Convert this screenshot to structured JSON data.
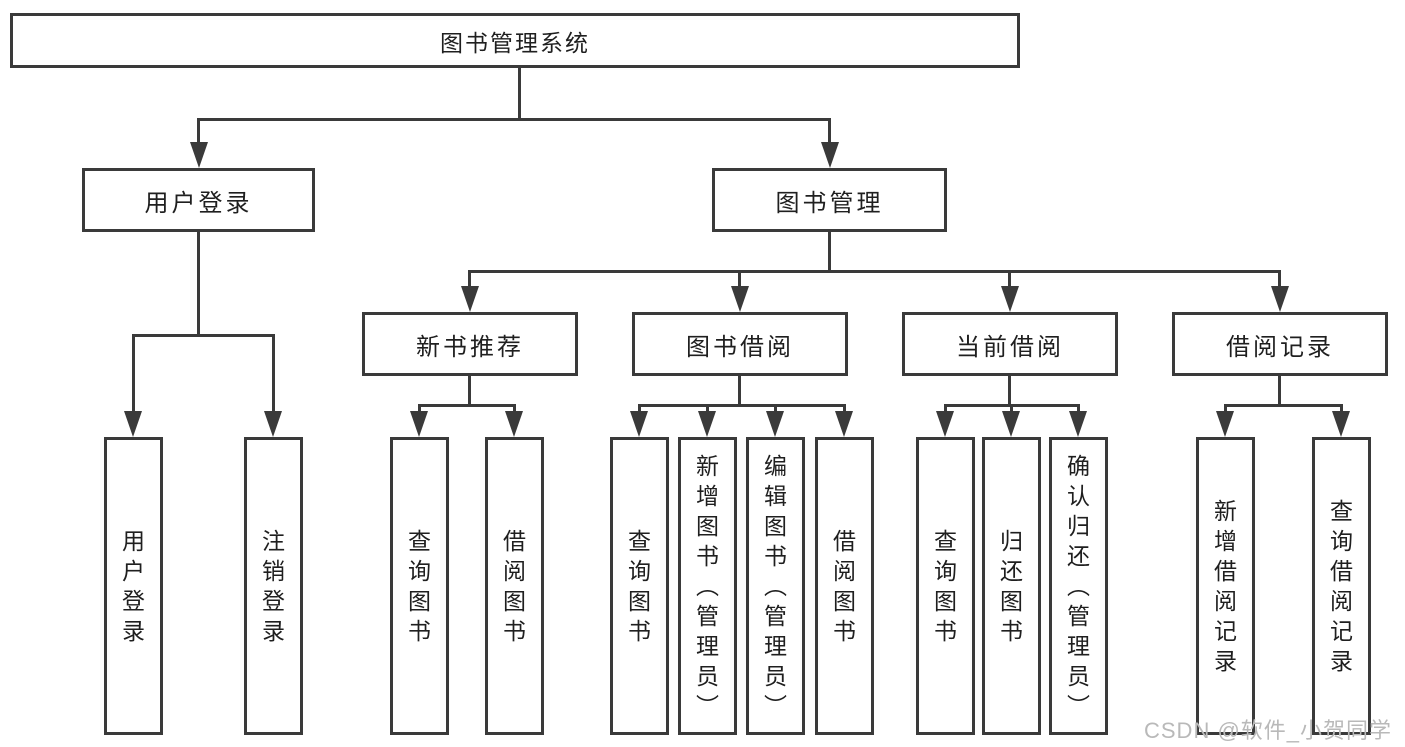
{
  "root": {
    "label": "图书管理系统"
  },
  "level2": [
    {
      "label": "用户登录"
    },
    {
      "label": "图书管理"
    }
  ],
  "level3": [
    {
      "label": "新书推荐"
    },
    {
      "label": "图书借阅"
    },
    {
      "label": "当前借阅"
    },
    {
      "label": "借阅记录"
    }
  ],
  "groups": [
    {
      "leaves": [
        {
          "label": "用户登录"
        },
        {
          "label": "注销登录"
        }
      ]
    },
    {
      "leaves": [
        {
          "label": "查询图书"
        },
        {
          "label": "借阅图书"
        }
      ]
    },
    {
      "leaves": [
        {
          "label": "查询图书"
        },
        {
          "label": "新增图书（管理员）"
        },
        {
          "label": "编辑图书（管理员）"
        },
        {
          "label": "借阅图书"
        }
      ]
    },
    {
      "leaves": [
        {
          "label": "查询图书"
        },
        {
          "label": "归还图书"
        },
        {
          "label": "确认归还（管理员）"
        }
      ]
    },
    {
      "leaves": [
        {
          "label": "新增借阅记录"
        },
        {
          "label": "查询借阅记录"
        }
      ]
    }
  ],
  "watermark": "CSDN @软件_小贺同学",
  "colors": {
    "line": "#3a3a3a",
    "text": "#1f1f1f",
    "watermark": "#b9b9b9",
    "background": "#ffffff"
  }
}
